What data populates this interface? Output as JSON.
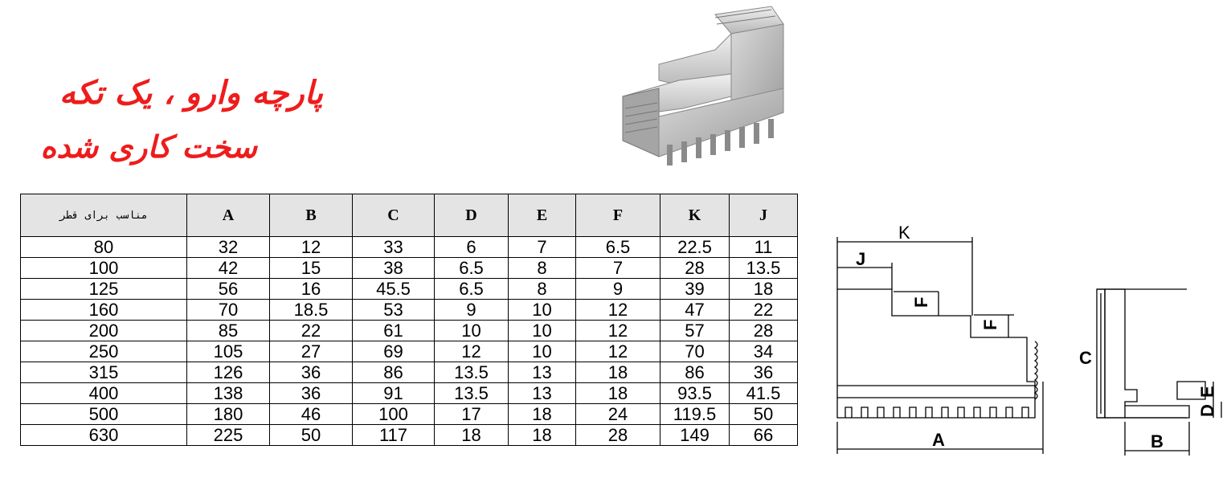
{
  "title": {
    "line1": "پارچه وارو ، یک تکه",
    "line2": "سخت کاری شده"
  },
  "colors": {
    "title": "#ee1c1c",
    "header_bg": "#e4e4e4"
  },
  "table": {
    "headers": [
      "مناسب برای قطر",
      "A",
      "B",
      "C",
      "D",
      "E",
      "F",
      "K",
      "J"
    ],
    "rows": [
      [
        "80",
        "32",
        "12",
        "33",
        "6",
        "7",
        "6.5",
        "22.5",
        "11"
      ],
      [
        "100",
        "42",
        "15",
        "38",
        "6.5",
        "8",
        "7",
        "28",
        "13.5"
      ],
      [
        "125",
        "56",
        "16",
        "45.5",
        "6.5",
        "8",
        "9",
        "39",
        "18"
      ],
      [
        "160",
        "70",
        "18.5",
        "53",
        "9",
        "10",
        "12",
        "47",
        "22"
      ],
      [
        "200",
        "85",
        "22",
        "61",
        "10",
        "10",
        "12",
        "57",
        "28"
      ],
      [
        "250",
        "105",
        "27",
        "69",
        "12",
        "10",
        "12",
        "70",
        "34"
      ],
      [
        "315",
        "126",
        "36",
        "86",
        "13.5",
        "13",
        "18",
        "86",
        "36"
      ],
      [
        "400",
        "138",
        "36",
        "91",
        "13.5",
        "13",
        "18",
        "93.5",
        "41.5"
      ],
      [
        "500",
        "180",
        "46",
        "100",
        "17",
        "18",
        "24",
        "119.5",
        "50"
      ],
      [
        "630",
        "225",
        "50",
        "117",
        "18",
        "18",
        "28",
        "149",
        "66"
      ]
    ]
  },
  "diagram": {
    "labels": {
      "K": "K",
      "J": "J",
      "F1": "F",
      "F2": "F",
      "A": "A",
      "C": "C",
      "B": "B",
      "D": "D",
      "E": "E"
    }
  }
}
